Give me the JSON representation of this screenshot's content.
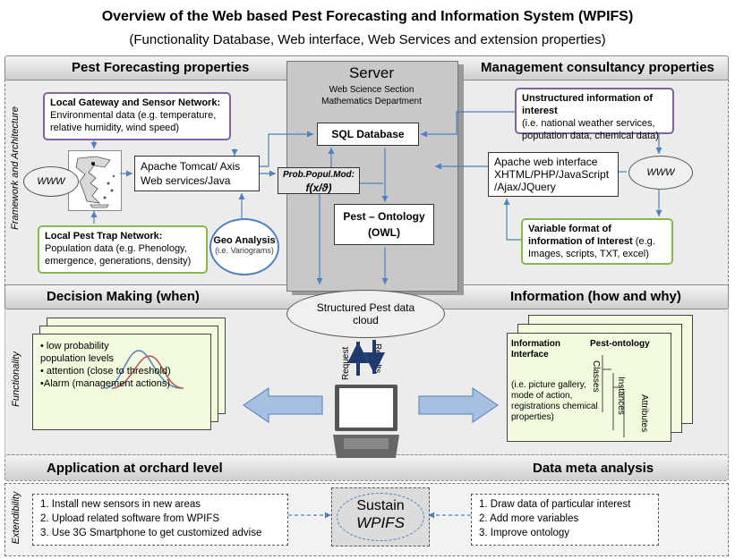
{
  "title": "Overview of the Web based Pest Forecasting and Information System (WPIFS)",
  "subtitle": "(Functionality Database, Web interface, Web Services and extension properties)",
  "bands": {
    "pest_forecasting": "Pest Forecasting  properties",
    "management": "Management consultancy properties",
    "decision": "Decision Making (when)",
    "information": "Information (how and why)",
    "application": "Application at orchard level",
    "meta": "Data meta analysis"
  },
  "side_labels": {
    "framework": "Framework and Architecture",
    "functionality": "Functionality",
    "extendibility": "Extendibility"
  },
  "server": {
    "title": "Server",
    "line1": "Web Science Section",
    "line2": "Mathematics Department",
    "sql": "SQL Database",
    "model_label": "Prob.Popul.Mod:",
    "model_formula": "f(x/ϑ)",
    "ontology_line1": "Pest – Ontology",
    "ontology_line2": "(OWL)"
  },
  "left_boxes": {
    "gateway_title": "Local Gateway and Sensor Network:",
    "gateway_body": "Environmental data (e.g. temperature, relative humidity, wind speed)",
    "trap_title": "Local  Pest Trap Network:",
    "trap_body": "Population data (e.g.  Phenology, emergence, generations, density)",
    "tomcat_line1": "Apache Tomcat/ Axis",
    "tomcat_line2": "Web services/Java",
    "geo_title": "Geo Analysis",
    "geo_body": "(i.e. Variograms)",
    "www": "WWW"
  },
  "right_boxes": {
    "unstructured_title": "Unstructured information of interest",
    "unstructured_body": "(i.e. national weather services, population data, chemical data)",
    "apache_line1": "Apache web interface",
    "apache_line2": "XHTML/PHP/JavaScript",
    "apache_line3": "/Ajax/JQuery",
    "variable_title": "Variable format of information of Interest",
    "variable_body": "(e.g.  Images, scripts, TXT, excel)",
    "www": "WWW"
  },
  "cloud_center": {
    "line1": "Structured Pest data",
    "line2": "cloud",
    "request": "Request",
    "results": "Results"
  },
  "decision_card": {
    "items": [
      "• low probability population levels",
      "• attention (close to threshold)",
      "•Alarm (management actions)"
    ]
  },
  "info_card": {
    "title1": "Information",
    "title2": "Interface",
    "title3": "Pest-ontology",
    "body": "(i.e. picture gallery, mode of action, registrations chemical  properties)",
    "classes": "Classes",
    "instances": "Instances",
    "attributes": "Attributes"
  },
  "extend_left": [
    "1. Install new sensors in new areas",
    "2. Upload related software from WPIFS",
    "3. Use 3G Smartphone to get customized advise"
  ],
  "sustain": {
    "line1": "Sustain",
    "line2": "WPIFS"
  },
  "extend_right": [
    "1. Draw data of particular interest",
    "2. Add more variables",
    "3. Improve ontology"
  ],
  "colors": {
    "purple": "#8064a2",
    "green": "#8bb84a",
    "arrow_blue": "#4f81bd"
  }
}
